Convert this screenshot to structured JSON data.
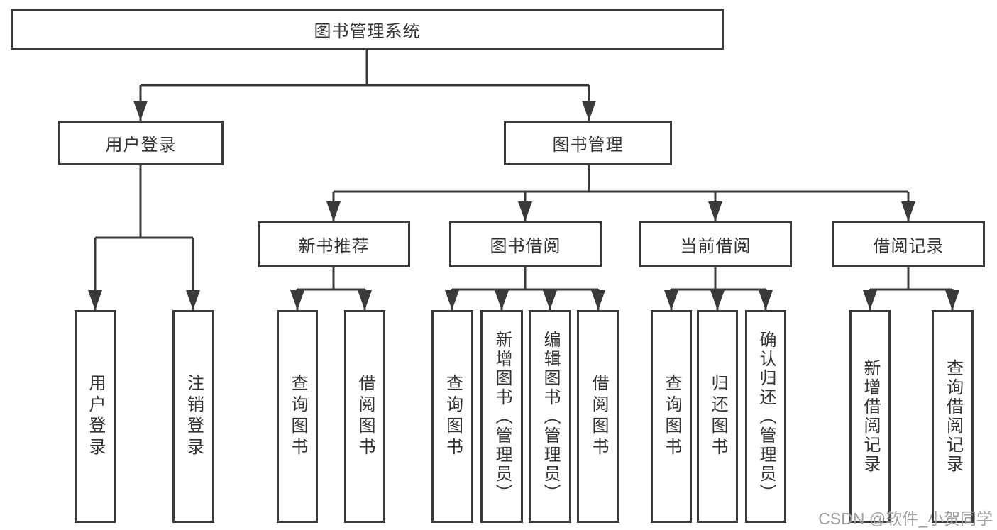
{
  "tree": {
    "label": "图书管理系统",
    "children": [
      {
        "label": "用户登录",
        "children": [
          {
            "label": "用户登录"
          },
          {
            "label": "注销登录"
          }
        ]
      },
      {
        "label": "图书管理",
        "children": [
          {
            "label": "新书推荐",
            "children": [
              {
                "label": "查询图书"
              },
              {
                "label": "借阅图书"
              }
            ]
          },
          {
            "label": "图书借阅",
            "children": [
              {
                "label": "查询图书"
              },
              {
                "label": "新增图书（管理员）"
              },
              {
                "label": "编辑图书（管理员）"
              },
              {
                "label": "借阅图书"
              }
            ]
          },
          {
            "label": "当前借阅",
            "children": [
              {
                "label": "查询图书"
              },
              {
                "label": "归还图书"
              },
              {
                "label": "确认归还（管理员）"
              }
            ]
          },
          {
            "label": "借阅记录",
            "children": [
              {
                "label": "新增借阅记录"
              },
              {
                "label": "查询借阅记录"
              }
            ]
          }
        ]
      }
    ]
  },
  "watermark": {
    "text": "CSDN @软件_小贺同学"
  },
  "colors": {
    "line": "#3a3a3a",
    "border": "#3a3a3a",
    "text": "#333333",
    "watermark": "#9e9e9e",
    "background": "#ffffff"
  }
}
